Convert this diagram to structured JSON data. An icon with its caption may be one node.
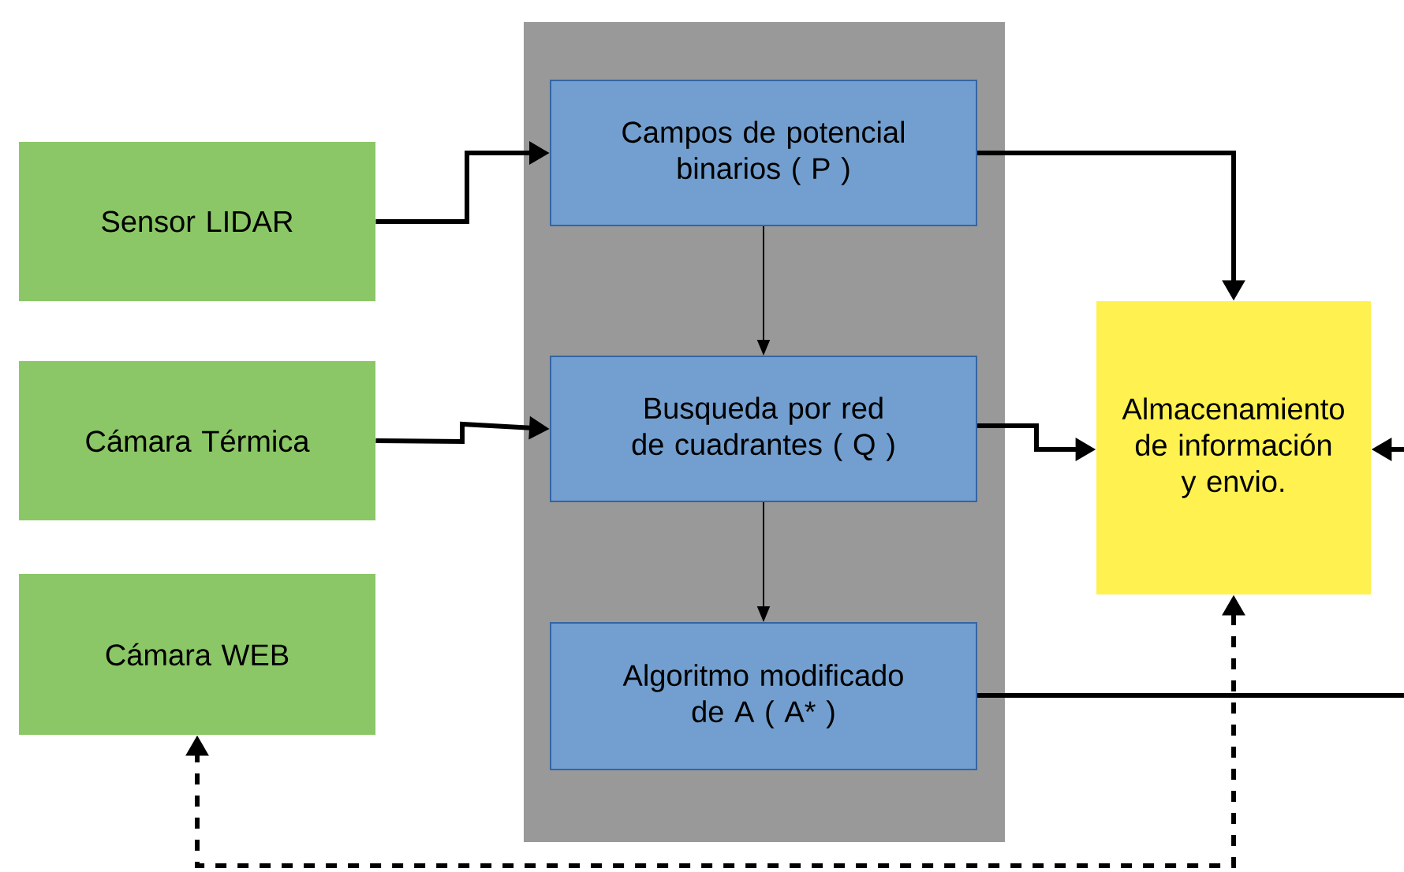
{
  "diagram": {
    "nodes": [
      {
        "text": [
          "Sensor LIDAR"
        ]
      },
      {
        "text": [
          "Cámara Térmica"
        ]
      },
      {
        "text": [
          "Cámara WEB"
        ]
      },
      {
        "text": [],
        "shape": "box"
      },
      {
        "text": [
          "Campos de potencial binarios ( P )"
        ],
        "in": 3
      },
      {
        "text": [
          "Busqueda por red de cuadrantes ( Q )"
        ],
        "in": 3
      },
      {
        "text": [
          "Algoritmo modificado de A ( A* )"
        ],
        "in": 3
      },
      {
        "text": [
          "Almacenamiento de información y envio."
        ]
      }
    ],
    "edges": [
      {
        "from": 0,
        "to": 4,
        "arrow": "to"
      },
      {
        "from": 1,
        "to": 5,
        "arrow": "to"
      },
      {
        "from": 4,
        "to": 5,
        "arrow": "to"
      },
      {
        "from": 5,
        "to": 6,
        "arrow": "to"
      },
      {
        "from": 4,
        "to": 7,
        "arrow": "to"
      },
      {
        "from": 5,
        "to": 7,
        "arrow": "to"
      },
      {
        "from": null,
        "to": 7,
        "arrow": "to"
      },
      {
        "from": 6,
        "to": null,
        "arrow": "none"
      },
      {
        "from": 7,
        "to": 2,
        "arrow": "both",
        "style": "dashed"
      }
    ]
  }
}
